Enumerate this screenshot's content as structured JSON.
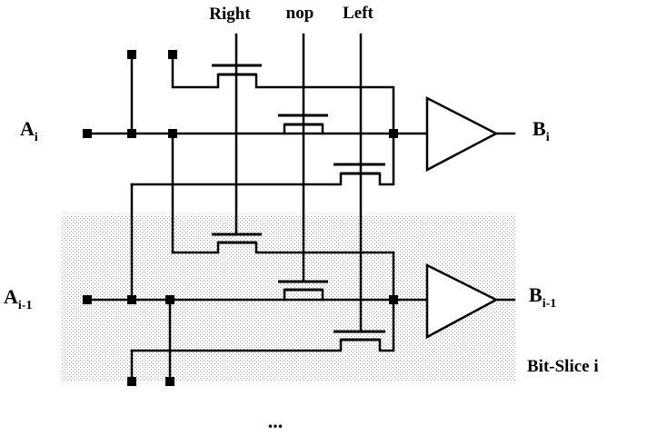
{
  "controls": {
    "right": "Right",
    "nop": "nop",
    "left": "Left"
  },
  "inputs": {
    "a_i": {
      "base": "A",
      "sub": "i"
    },
    "a_i_minus_1": {
      "base": "A",
      "sub": "i-1"
    }
  },
  "outputs": {
    "b_i": {
      "base": "B",
      "sub": "i"
    },
    "b_i_minus_1": {
      "base": "B",
      "sub": "i-1"
    }
  },
  "slice_label": "Bit-Slice i",
  "continuation": "...",
  "colors": {
    "line": "#000000",
    "shading": "#bdbdbd",
    "background": "#ffffff"
  }
}
